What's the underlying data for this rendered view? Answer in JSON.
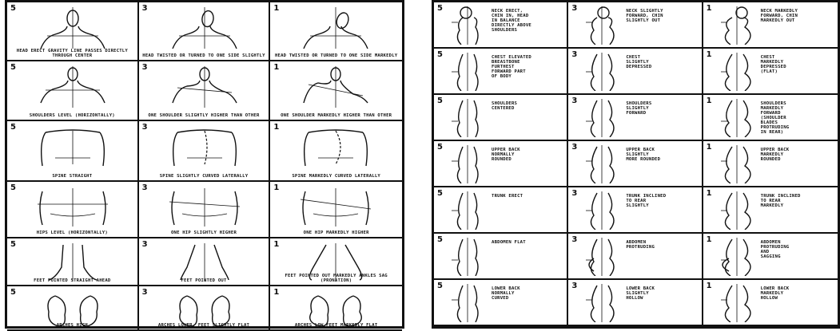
{
  "left": {
    "rows": [
      [
        {
          "score": "5",
          "caption": "HEAD ERECT GRAVITY LINE PASSES DIRECTLY THROUGH CENTER"
        },
        {
          "score": "3",
          "caption": "HEAD TWISTED OR TURNED TO ONE SIDE SLIGHTLY"
        },
        {
          "score": "1",
          "caption": "HEAD TWISTED OR TURNED TO ONE SIDE MARKEDLY"
        }
      ],
      [
        {
          "score": "5",
          "caption": "SHOULDERS LEVEL (HORIZONTALLY)"
        },
        {
          "score": "3",
          "caption": "ONE SHOULDER SLIGHTLY HIGHER THAN OTHER"
        },
        {
          "score": "1",
          "caption": "ONE SHOULDER MARKEDLY HIGHER THAN OTHER"
        }
      ],
      [
        {
          "score": "5",
          "caption": "SPINE STRAIGHT"
        },
        {
          "score": "3",
          "caption": "SPINE SLIGHTLY CURVED LATERALLY"
        },
        {
          "score": "1",
          "caption": "SPINE MARKEDLY CURVED LATERALLY"
        }
      ],
      [
        {
          "score": "5",
          "caption": "HIPS LEVEL (HORIZONTALLY)"
        },
        {
          "score": "3",
          "caption": "ONE HIP SLIGHTLY HIGHER"
        },
        {
          "score": "1",
          "caption": "ONE HIP MARKEDLY HIGHER"
        }
      ],
      [
        {
          "score": "5",
          "caption": "FEET POINTED STRAIGHT AHEAD"
        },
        {
          "score": "3",
          "caption": "FEET POINTED OUT"
        },
        {
          "score": "1",
          "caption": "FEET POINTED OUT MARKEDLY ANKLES SAG (PRONATION)"
        }
      ],
      [
        {
          "score": "5",
          "caption": "ARCHES HIGH"
        },
        {
          "score": "3",
          "caption": "ARCHES LOWER, FEET SLIGHTLY FLAT"
        },
        {
          "score": "1",
          "caption": "ARCHES LOW FEET MARKEDLY FLAT"
        }
      ]
    ]
  },
  "right": {
    "rows": [
      [
        {
          "score": "5",
          "caption": "NECK ERECT,\nCHIN IN, HEAD\nIN BALANCE\nDIRECTLY ABOVE\nSHOULDERS"
        },
        {
          "score": "3",
          "caption": "NECK SLIGHTLY\nFORWARD, CHIN\nSLIGHTLY OUT"
        },
        {
          "score": "1",
          "caption": "NECK MARKEDLY\nFORWARD, CHIN\nMARKEDLY OUT"
        }
      ],
      [
        {
          "score": "5",
          "caption": "CHEST ELEVATED\nBREASTBONE\nFURTHEST\nFORWARD PART\nOF BODY"
        },
        {
          "score": "3",
          "caption": "CHEST\nSLIGHTLY\nDEPRESSED"
        },
        {
          "score": "1",
          "caption": "CHEST\nMARKEDLY\nDEPRESSED\n(FLAT)"
        }
      ],
      [
        {
          "score": "5",
          "caption": "SHOULDERS\nCENTERED"
        },
        {
          "score": "3",
          "caption": "SHOULDERS\nSLIGHTLY\nFORWARD"
        },
        {
          "score": "1",
          "caption": "SHOULDERS\nMARKEDLY\nFORWARD\n(SHOULDER\nBLADES\nPROTRUDING\nIN REAR)"
        }
      ],
      [
        {
          "score": "5",
          "caption": "UPPER BACK\nNORMALLY\nROUNDED"
        },
        {
          "score": "3",
          "caption": "UPPER BACK\nSLIGHTLY\nMORE ROUNDED"
        },
        {
          "score": "1",
          "caption": "UPPER BACK\nMARKEDLY\nROUNDED"
        }
      ],
      [
        {
          "score": "5",
          "caption": "TRUNK ERECT"
        },
        {
          "score": "3",
          "caption": "TRUNK INCLINED\nTO REAR\nSLIGHTLY"
        },
        {
          "score": "1",
          "caption": "TRUNK INCLINED\nTO REAR\nMARKEDLY"
        }
      ],
      [
        {
          "score": "5",
          "caption": "ABDOMEN FLAT"
        },
        {
          "score": "3",
          "caption": "ABDOMEN\nPROTRUDING"
        },
        {
          "score": "1",
          "caption": "ABDOMEN\nPROTRUDING\nAND\nSAGGING"
        }
      ],
      [
        {
          "score": "5",
          "caption": "LOWER BACK\nNORMALLY\nCURVED"
        },
        {
          "score": "3",
          "caption": "LOWER BACK\nSLIGHTLY\nHOLLOW"
        },
        {
          "score": "1",
          "caption": "LOWER BACK\nMARKEDLY\nHOLLOW"
        }
      ]
    ]
  }
}
